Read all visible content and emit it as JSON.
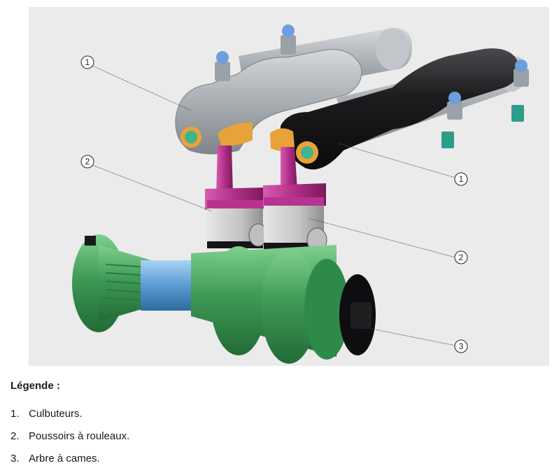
{
  "figure": {
    "callouts": [
      "1",
      "2",
      "1",
      "2",
      "3"
    ],
    "colors": {
      "background": "#ebebeb",
      "rocker_grey": "#aeb3b8",
      "rocker_black": "#1d1d1f",
      "pushrod_magenta": "#b8338f",
      "roller_grey": "#c9c9c9",
      "camshaft_green": "#3d9a55",
      "camshaft_blue": "#5a9bd3",
      "orange_part": "#e8a23a"
    },
    "icons": [
      "nut-icon",
      "roller-icon"
    ]
  },
  "legend": {
    "title": "Légende :",
    "items": [
      {
        "num": "1.",
        "label": "Culbuteurs."
      },
      {
        "num": "2.",
        "label": "Poussoirs à rouleaux."
      },
      {
        "num": "3.",
        "label": "Arbre à cames."
      }
    ]
  }
}
